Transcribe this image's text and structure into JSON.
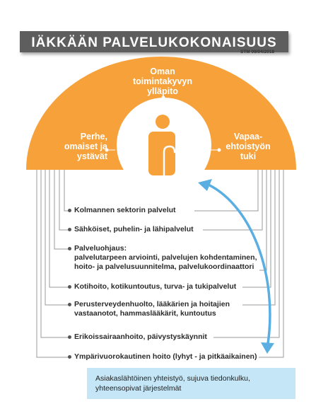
{
  "title": "IÄKKÄÄN  PALVELUKOKONAISUUS",
  "stamp": "STM 09/04/2018",
  "colors": {
    "orange": "#f7a13a",
    "title_bar": "#5e5e5e",
    "figure": "#f7a13a",
    "arrow": "#5aaee2",
    "callout_bg": "#c4e6f6",
    "lines": "#9a9a9a"
  },
  "center_icon": "elderly-person-with-cane-icon",
  "labels": {
    "top": [
      "Oman",
      "toimintakyvyn",
      "ylläpito"
    ],
    "left": [
      "Perhe,",
      "omaiset ja",
      "ystävät"
    ],
    "right": [
      "Vapaa-",
      "ehtoistyön",
      "tuki"
    ]
  },
  "services": [
    {
      "lines": [
        "Kolmannen sektorin palvelut"
      ]
    },
    {
      "lines": [
        "Sähköiset, puhelin- ja lähipalvelut"
      ]
    },
    {
      "lines": [
        "Palveluohjaus:",
        "palvelutarpeen arviointi, palvelujen kohdentaminen,",
        "hoito- ja palvelusuunnitelma, palvelukoordinaattori"
      ]
    },
    {
      "lines": [
        "Kotihoito, kotikuntoutus, turva- ja tukipalvelut"
      ]
    },
    {
      "lines": [
        "Perusterveydenhuolto, lääkärien ja hoitajien",
        "vastaanotot, hammaslääkärit, kuntoutus"
      ]
    },
    {
      "lines": [
        "Erikoissairaanhoito, päivystyskäynnit"
      ]
    },
    {
      "lines": [
        "Ympärivuorokautinen hoito (lyhyt - ja pitkäaikainen)"
      ]
    }
  ],
  "callout": {
    "lines": [
      "Asiakaslähtöinen yhteistyö, sujuva tiedonkulku,",
      "yhteensopivat järjestelmät"
    ]
  }
}
